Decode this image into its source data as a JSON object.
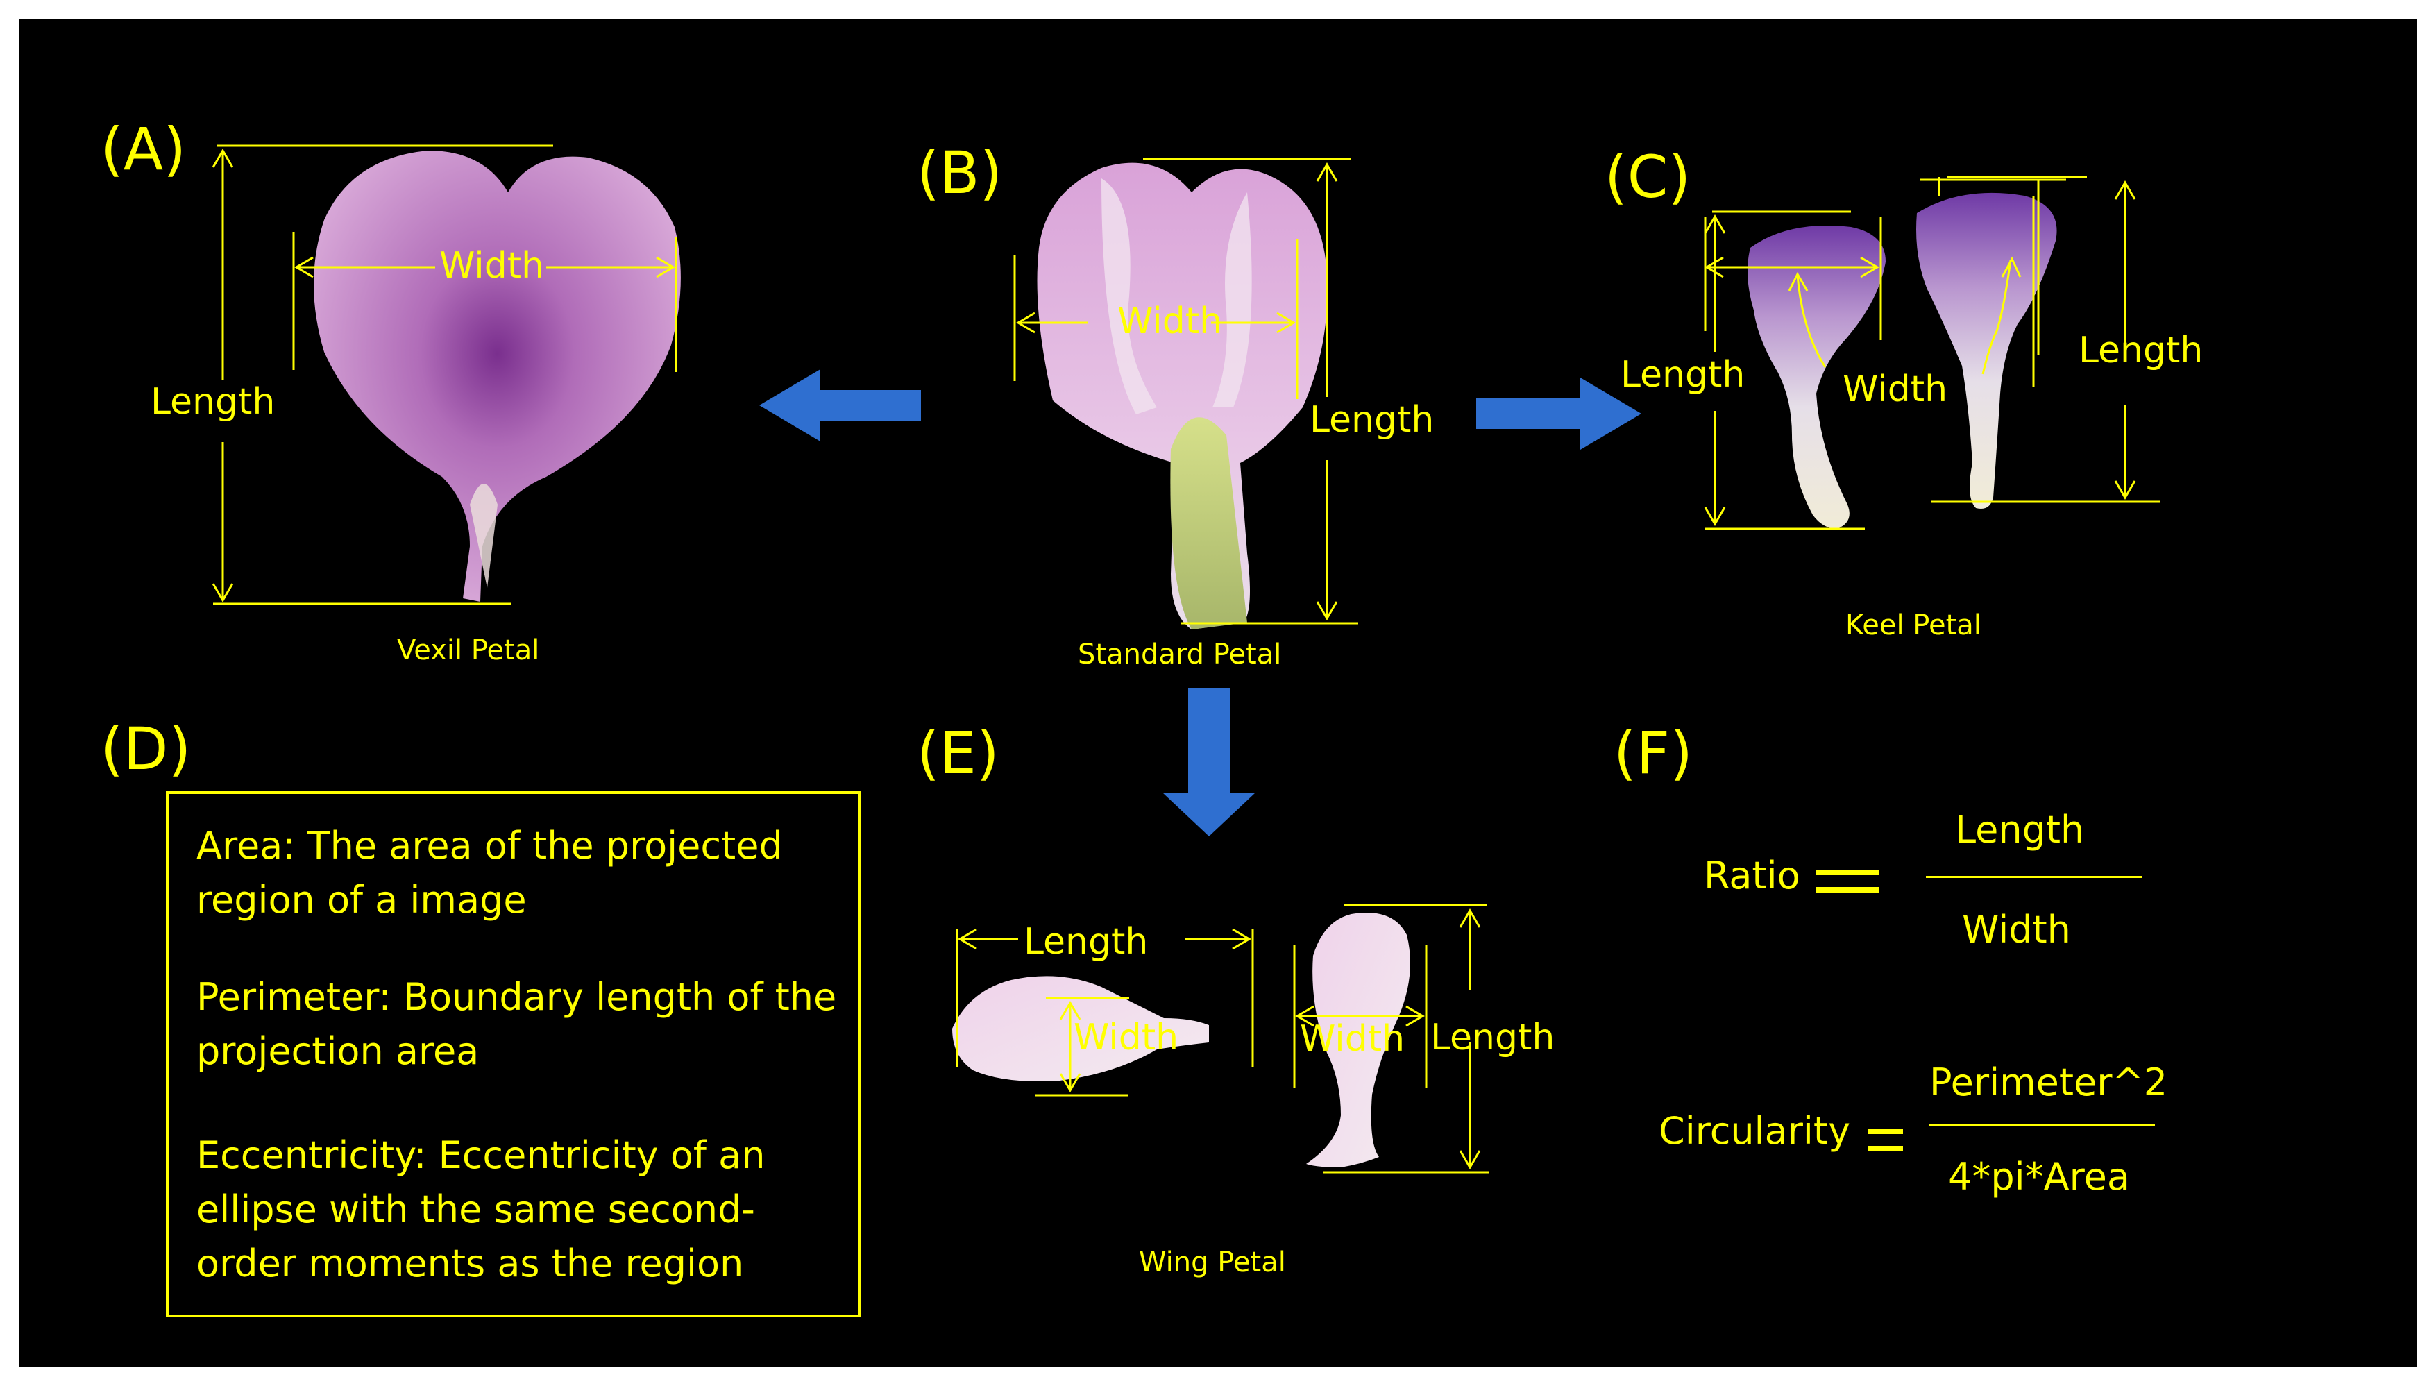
{
  "panels": {
    "a": "(A)",
    "b": "(B)",
    "c": "(C)",
    "d": "(D)",
    "e": "(E)",
    "f": "(F)"
  },
  "dims": {
    "length": "Length",
    "width": "Width"
  },
  "captions": {
    "vexil": "Vexil Petal",
    "standard": "Standard Petal",
    "keel": "Keel Petal",
    "wing": "Wing Petal"
  },
  "definitions": [
    "Area: The area of the projected region of a image",
    "Perimeter: Boundary length of the projection area",
    "Eccentricity: Eccentricity of an ellipse with the same second-order moments as the region"
  ],
  "formulas": {
    "ratio": {
      "name": "Ratio",
      "numerator": "Length",
      "denominator": "Width"
    },
    "circularity": {
      "name": "Circularity",
      "numerator": "Perimeter^2",
      "denominator": "4*pi*Area"
    }
  },
  "colors": {
    "background": "#000000",
    "annotation": "#ffff00",
    "arrow": "#2f6fd0",
    "petal_pink": "#d9a6d6",
    "petal_purple": "#8a4ab0",
    "stalk_green": "#c8d27a"
  }
}
